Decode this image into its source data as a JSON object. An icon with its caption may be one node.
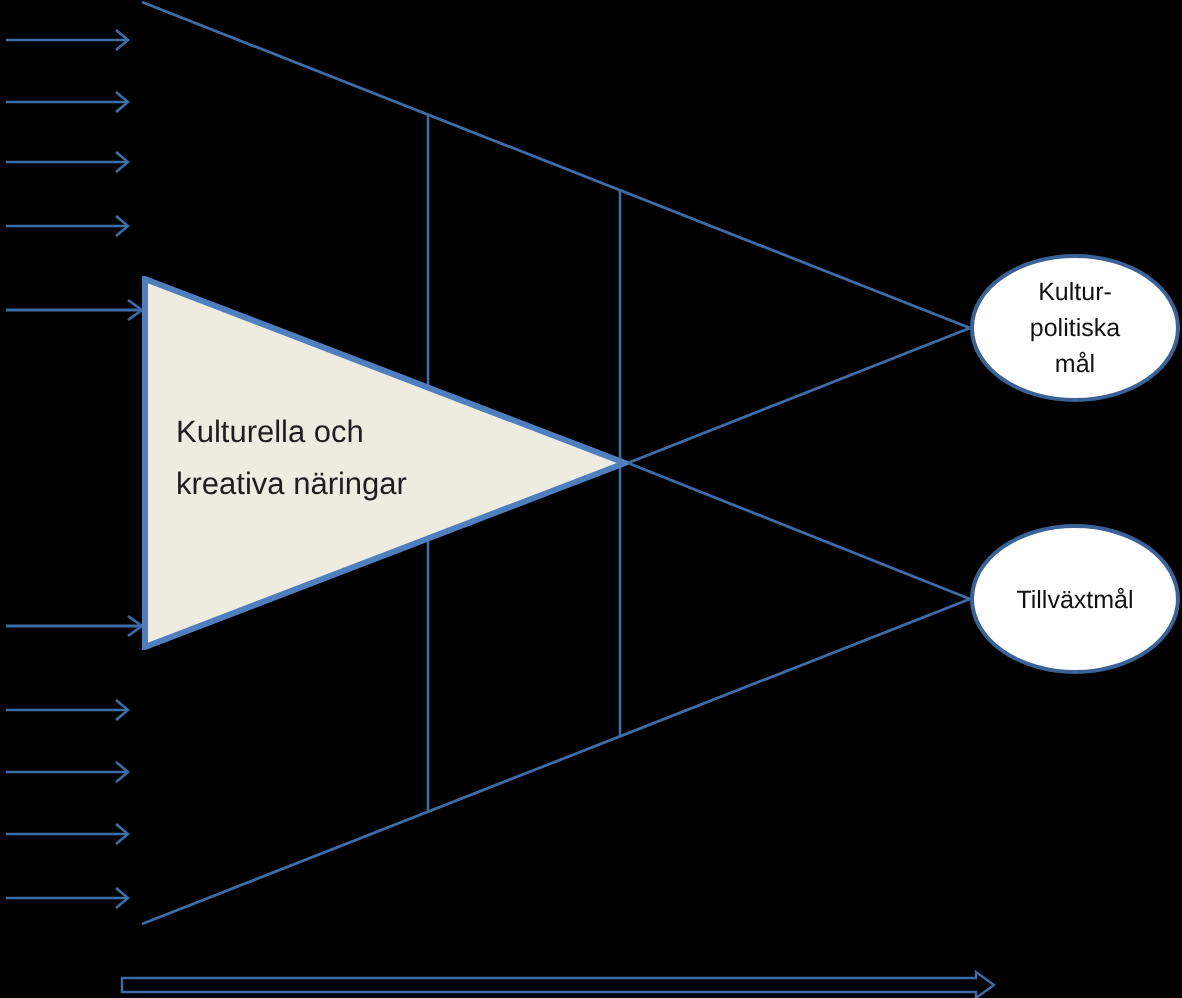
{
  "diagram": {
    "nodes": [
      {
        "text": [
          "Kulturella och kreativa näringar"
        ]
      },
      {
        "text": [
          "Kultur-politiska mål"
        ]
      },
      {
        "text": [
          "Tillväxtmål"
        ]
      }
    ],
    "edges": [
      {
        "from": null,
        "to": 1,
        "arrow": "none"
      },
      {
        "from": null,
        "to": 0,
        "arrow": "to"
      },
      {
        "from": null,
        "to": 0,
        "arrow": "to"
      },
      {
        "from": 0,
        "to": 1,
        "arrow": "none"
      },
      {
        "from": 0,
        "to": 2,
        "arrow": "none"
      },
      {
        "from": null,
        "to": 2,
        "arrow": "none"
      }
    ]
  }
}
